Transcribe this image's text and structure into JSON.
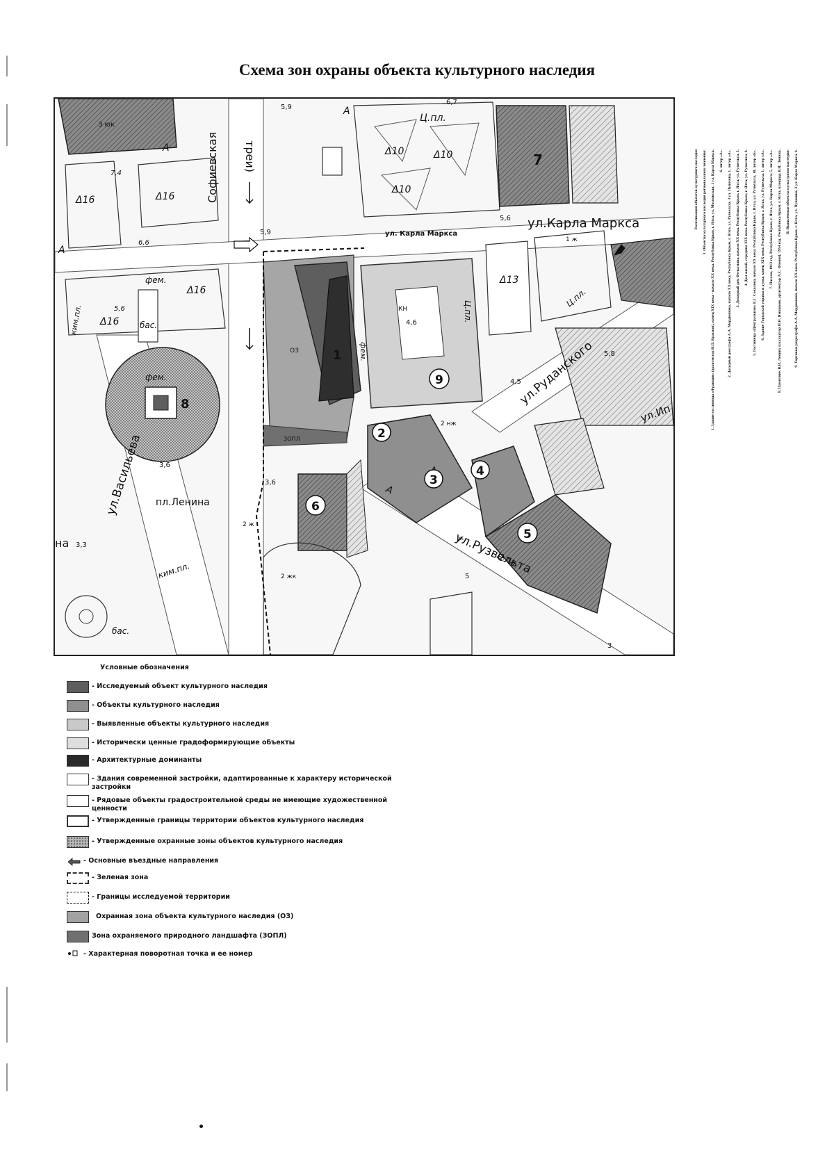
{
  "title": "Схема зон охраны объекта культурного наследия",
  "map": {
    "streets": {
      "karla_marksa": "ул.Карла Маркса",
      "karla_marksa_small": "ул. Карла Маркса",
      "vasilyeva": "ул.Васильева",
      "ruzvelta": "ул.Рузвельта",
      "rudanskogo": "ул.Руданского",
      "pl_lenina": "пл.Ленина",
      "kim_pl": "ким.пл.",
      "kim_pl_left": "ким.пл.",
      "sofievskaya": "Софиевская",
      "trey": "треи)",
      "ul_ip": "ул.Ип",
      "na_left": "на"
    },
    "labels": {
      "ts_pl_top": "Ц.пл.",
      "ts_pl_right": "Ц.пл.",
      "ts_pl_bottom": "Ц.пл.",
      "ts_pl_upper_right": "Ц.пл.",
      "fem_1": "фем.",
      "fem_2": "фем.",
      "fem_3": "фем.",
      "bas_1": "бас.",
      "bas_2": "бас.",
      "kn": "КН",
      "oz": "ОЗ",
      "zopl": "ЗОПЛ",
      "yuk_top": "3 юк",
      "zh_1": "2 ж",
      "zh_2": "2 жк",
      "zh_3": "1 ж",
      "nzh": "2 нж",
      "zh_sm": "ж",
      "a_1": "А",
      "a_2": "А",
      "a_3": "А",
      "a_4": "А",
      "a_5": "А"
    },
    "trees": {
      "t1": "Δ10",
      "t2": "Δ10",
      "t3": "Δ10",
      "t4": "Δ16",
      "t5": "Δ16",
      "t6": "Δ16",
      "t7": "Δ16",
      "t8": "Δ13"
    },
    "elevations": {
      "e1": "5,9",
      "e2": "6,7",
      "e3": "7,4",
      "e4": "6,6",
      "e5": "5,9",
      "e6": "5,6",
      "e7": "5,6",
      "e8": "4,6",
      "e9": "4,5",
      "e10": "5,8",
      "e11": "3,6",
      "e12": "3,6",
      "e13": "3,3",
      "e14": "5",
      "e15": "3"
    },
    "objects": {
      "o1": "1",
      "o2": "2",
      "o3": "3",
      "o4": "4",
      "o5": "5",
      "o6": "6",
      "o7": "7",
      "o8": "8",
      "o9": "9"
    }
  },
  "legend": {
    "title": "Условные обозначения",
    "items": [
      {
        "label": "- Исследуемый объект культурного наследия",
        "color": "#5e5e5e"
      },
      {
        "label": "- Объекты культурного наследия",
        "color": "#8f8f8f"
      },
      {
        "label": "- Выявленные объекты культурного наследия",
        "color": "#c9c9c9"
      },
      {
        "label": "- Исторически ценные градоформирующие объекты",
        "color": "#dedede"
      },
      {
        "label": "- Архитектурные доминанты",
        "color": "#2a2a2a"
      },
      {
        "label": "- Здания современной застройки, адаптированные к характеру исторической застройки",
        "color": "#ffffff"
      },
      {
        "label": "- Рядовые объекты градостроительной среды не имеющие художественной ценности",
        "color": "#ffffff"
      },
      {
        "label": "- Утвержденные границы территории объектов культурного наследия",
        "color": "#ffffff"
      },
      {
        "label": "- Утвержденные охранные зоны объектов культурного наследия",
        "color": "#b5b5b5"
      },
      {
        "label": "- Основные въездные направления",
        "color": "#ffffff"
      },
      {
        "label": "- Зеленая зона",
        "color": "#ffffff"
      },
      {
        "label": "- Границы исследуемой территории",
        "color": "#ffffff"
      },
      {
        "label": "Охранная зона объекта культурного наследия (ОЗ)",
        "color": "#a2a2a2"
      },
      {
        "label": "Зона охраняемого природного ландшафта (ЗОПЛ)",
        "color": "#707070"
      },
      {
        "label": "- Характерная поворотная точка и ее номер",
        "color": "#ffffff"
      }
    ]
  },
  "sidebar": {
    "heading": "Экспликация объектов культурного наследия",
    "section1": "I. Объекты культурного наследия регионального значения:",
    "lines": [
      "1. Здание гостиницы «Франция» (архитектор Н.П. Краснов), конец XIX века - начало XX века. Республика Крым, г. Ялта, ул. Московская, 1 ул. Карла Маркса,",
      "6, литер «А».",
      "2. Доходный дом графа А.А. Мордвинова, начало XX века. Республика Крым, г. Ялта, ул. Рузвельта, 3 ул. Пушкина, 1, литер «А».",
      "3. Доходный дом Фельтмана, начало XX века. Республика Крым, г. Ялта, ул. Рузвельта, 5.",
      "4. Дом жилой, середина XIX века. Республика Крым, г. Ялта, ул. Рузвельта, 6.",
      "5. Гостиница «Центральная» Е.Г. Соколова, начало XX века. Республика Крым, г. Ялта, ул. Рузвельта, 10, литер «Б».",
      "6. Здание Городской управы и думы, конец XIX века. Республика Крым, г. Ялта, ул. Рузвельта, 1, литер «А».",
      "7. Пассаж, 1913 год. Республика Крым, г. Ялта, ул. Карла Маркса, 5, литер «А».",
      "8. Памятник В.И. Ленину (скульптор П.Н. Ямщиков, архитектор А.С. Фомин), 1954 год. Республика Крым, г. Ялта, площадь В.И. Ленина.",
      "II. Выявленные объекты культурного наследия:",
      "9. Торговые ряды графа А.А. Мордвинова, начало XX века. Республика Крым, г. Ялта, ул. Пушкина, 2 ул. Карла Маркса, 4."
    ]
  }
}
